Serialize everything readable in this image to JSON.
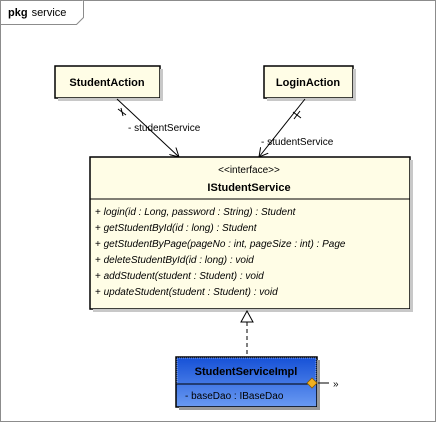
{
  "package": {
    "keyword": "pkg",
    "name": "service"
  },
  "classes": {
    "student_action": {
      "name": "StudentAction"
    },
    "login_action": {
      "name": "LoginAction"
    },
    "istudent_service": {
      "stereotype": "<<interface>>",
      "name": "IStudentService",
      "methods": [
        {
          "prefix": "+ ",
          "name": "login",
          "params": "(id : Long, password : String) : Student"
        },
        {
          "prefix": "+ ",
          "name": "getStudentById",
          "params": "(id : long) : Student"
        },
        {
          "prefix": "+ ",
          "name": "getStudentByPage",
          "params": "(pageNo : int, pageSize : int) : Page"
        },
        {
          "prefix": "+ ",
          "name": "deleteStudentById",
          "params": "(id : long) : void"
        },
        {
          "prefix": "+ ",
          "name": "addStudent",
          "params": "(student : Student) : void"
        },
        {
          "prefix": "+ ",
          "name": "updateStudent",
          "params": "(student : Student) : void"
        }
      ]
    },
    "student_service_impl": {
      "name": "StudentServiceImpl",
      "attributes": [
        "- baseDao : IBaseDao"
      ],
      "colors": {
        "fill_top": "#1a56d8",
        "fill_bottom": "#5b8ff0"
      }
    }
  },
  "associations": [
    {
      "from": "StudentAction",
      "role": "- studentService"
    },
    {
      "from": "LoginAction",
      "role": "- studentService"
    }
  ],
  "collapsed_marker": "»",
  "colors": {
    "box_fill": "#fffde6",
    "border": "#000000",
    "accent_dot": "#f0b020"
  }
}
